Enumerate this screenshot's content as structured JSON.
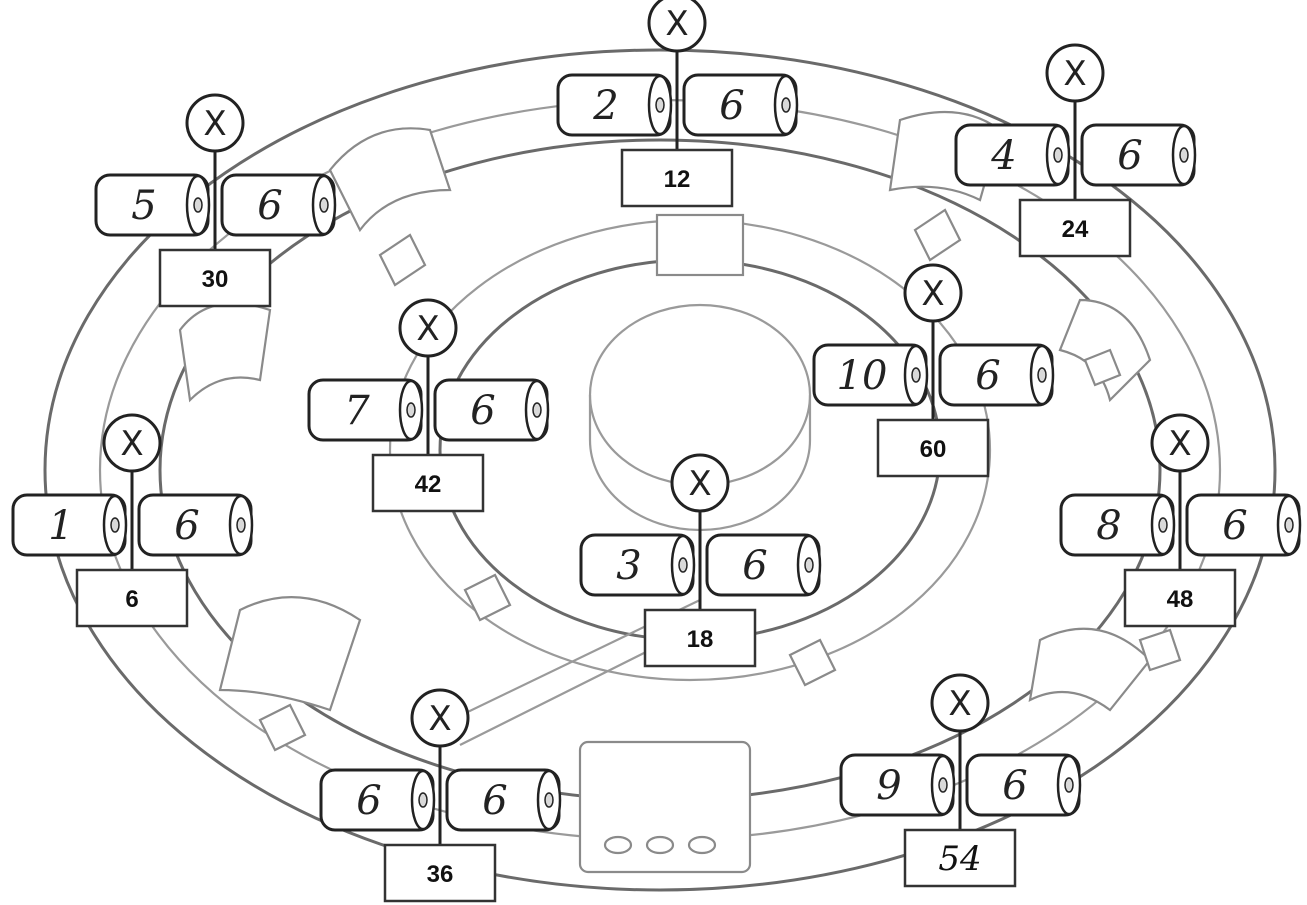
{
  "units": [
    {
      "id": "u1",
      "left": "1",
      "right": "6",
      "product": "6"
    },
    {
      "id": "u2",
      "left": "2",
      "right": "6",
      "product": "12"
    },
    {
      "id": "u3",
      "left": "3",
      "right": "6",
      "product": "18"
    },
    {
      "id": "u4",
      "left": "4",
      "right": "6",
      "product": "24"
    },
    {
      "id": "u5",
      "left": "5",
      "right": "6",
      "product": "30"
    },
    {
      "id": "u6",
      "left": "6",
      "right": "6",
      "product": "36"
    },
    {
      "id": "u7",
      "left": "7",
      "right": "6",
      "product": "42"
    },
    {
      "id": "u8",
      "left": "8",
      "right": "6",
      "product": "48"
    },
    {
      "id": "u9",
      "left": "9",
      "right": "6",
      "product": "54"
    },
    {
      "id": "u10",
      "left": "10",
      "right": "6",
      "product": "60"
    }
  ],
  "operator_symbol": "X"
}
